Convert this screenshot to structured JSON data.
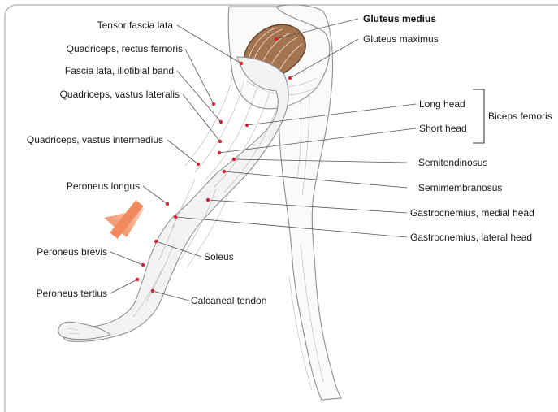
{
  "labels": {
    "tensor_fascia_lata": "Tensor fascia lata",
    "gluteus_medius": "Gluteus medius",
    "gluteus_maximus": "Gluteus maximus",
    "rectus_femoris": "Quadriceps, rectus femoris",
    "fascia_lata": "Fascia lata, iliotibial band",
    "vastus_lateralis": "Quadriceps, vastus lateralis",
    "vastus_intermedius": "Quadriceps, vastus intermedius",
    "peroneus_longus": "Peroneus longus",
    "peroneus_brevis": "Peroneus brevis",
    "peroneus_tertius": "Peroneus tertius",
    "soleus": "Soleus",
    "calcaneal_tendon": "Calcaneal tendon",
    "long_head": "Long head",
    "short_head": "Short head",
    "biceps_femoris": "Biceps femoris",
    "semitendinosus": "Semitendinosus",
    "semimembranosus": "Semimembranosus",
    "gastrocnemius_medial": "Gastrocnemius, medial head",
    "gastrocnemius_lateral": "Gastrocnemius, lateral head"
  },
  "colors": {
    "leader_dot": "#d6262c",
    "arrow": "#f08a5d",
    "gluteus_medius_fill": "#a4734f"
  }
}
